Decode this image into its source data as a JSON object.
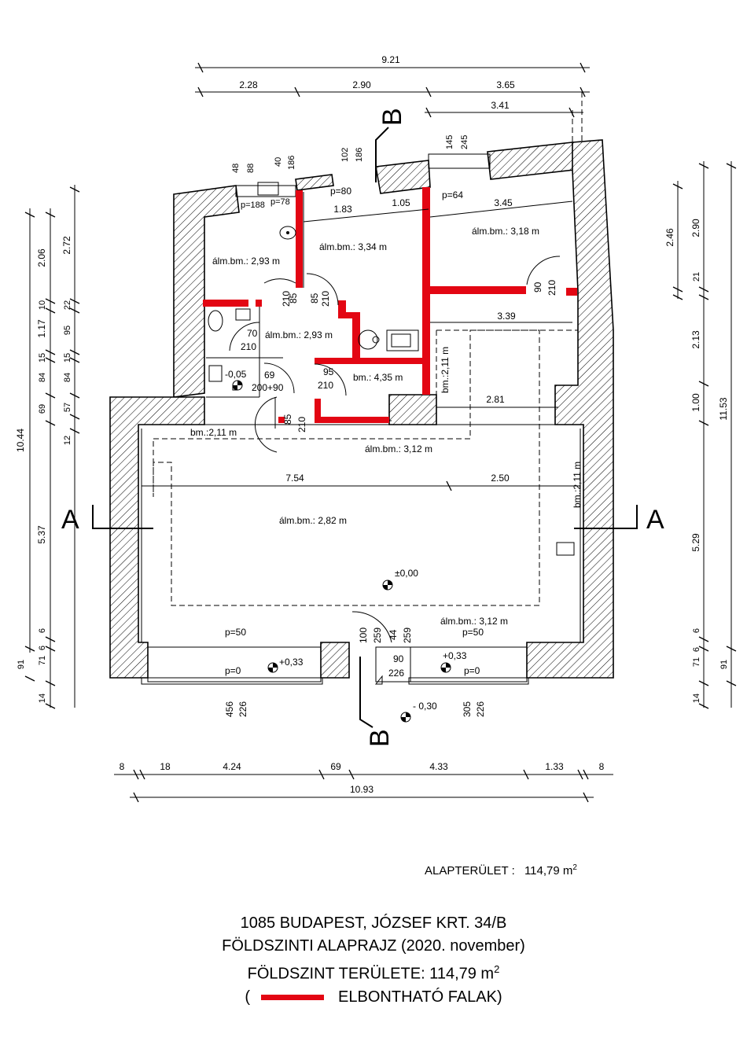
{
  "dims_top": [
    "9.21",
    "2.28",
    "2.90",
    "3.65",
    "3.41"
  ],
  "dims_bottom": [
    "8",
    "18",
    "4.24",
    "69",
    "4.33",
    "1.33",
    "8",
    "10.93"
  ],
  "dims_left": [
    "10.44",
    "2.06",
    "2.72",
    "10",
    "22",
    "1.17",
    "95",
    "15",
    "15",
    "84",
    "84",
    "69",
    "57",
    "12",
    "5.37",
    "6",
    "91",
    "6",
    "71",
    "14"
  ],
  "dims_right": [
    "2.46",
    "2.90",
    "21",
    "2.13",
    "11.53",
    "1.00",
    "5.29",
    "6",
    "91",
    "6",
    "71",
    "14"
  ],
  "window_dims": [
    "48",
    "88",
    "40",
    "186",
    "102",
    "186",
    "145",
    "245"
  ],
  "section_markers": {
    "a_left": "A",
    "a_right": "A",
    "b_top": "B",
    "b_bottom": "B"
  },
  "rooms": [
    {
      "label": "álm.bm.: 2,93 m"
    },
    {
      "label": "álm.bm.: 3,34 m"
    },
    {
      "label": "álm.bm.: 3,18 m"
    },
    {
      "label": "álm.bm.: 2,93 m"
    },
    {
      "label": "bm.: 4,35 m"
    },
    {
      "label": "bm.:2,11 m"
    },
    {
      "label": "álm.bm.: 3,12 m"
    },
    {
      "label": "álm.bm.: 2,82 m"
    },
    {
      "label": "álm.bm.: 3,12 m"
    },
    {
      "label": "bm.:2,11 m"
    },
    {
      "label": "bm.:2,11 m"
    }
  ],
  "interior_dims": [
    "1.83",
    "1.05",
    "3.45",
    "3.39",
    "2.81",
    "7.54",
    "2.50",
    "p=80",
    "p=64",
    "p=188",
    "p=78"
  ],
  "doors": [
    "85",
    "210",
    "85",
    "210",
    "70",
    "210",
    "69",
    "200+90",
    "95",
    "210",
    "85",
    "210",
    "90",
    "210",
    "100",
    "259",
    "44",
    "259",
    "90",
    "226"
  ],
  "levels": [
    "-0,05",
    "±0,00",
    "+0,33",
    "+0,33",
    "- 0,30"
  ],
  "parapets": [
    "p=50",
    "p=50",
    "p=0",
    "p=0"
  ],
  "window_bottom": [
    "456",
    "226",
    "305",
    "226"
  ],
  "area_note": {
    "label": "ALAPTERÜLET :",
    "value": "114,79 m",
    "sup": "2"
  },
  "caption": {
    "line1": "1085 BUDAPEST, JÓZSEF KRT. 34/B",
    "line2": "FÖLDSZINTI ALAPRAJZ (2020. november)",
    "line3": "FÖLDSZINT TERÜLETE: 114,79 m",
    "line3_sup": "2",
    "legend_open": "(",
    "legend_text": "ELBONTHATÓ FALAK)"
  },
  "colors": {
    "demolishable_walls": "#e30613",
    "walls": "#000000"
  }
}
